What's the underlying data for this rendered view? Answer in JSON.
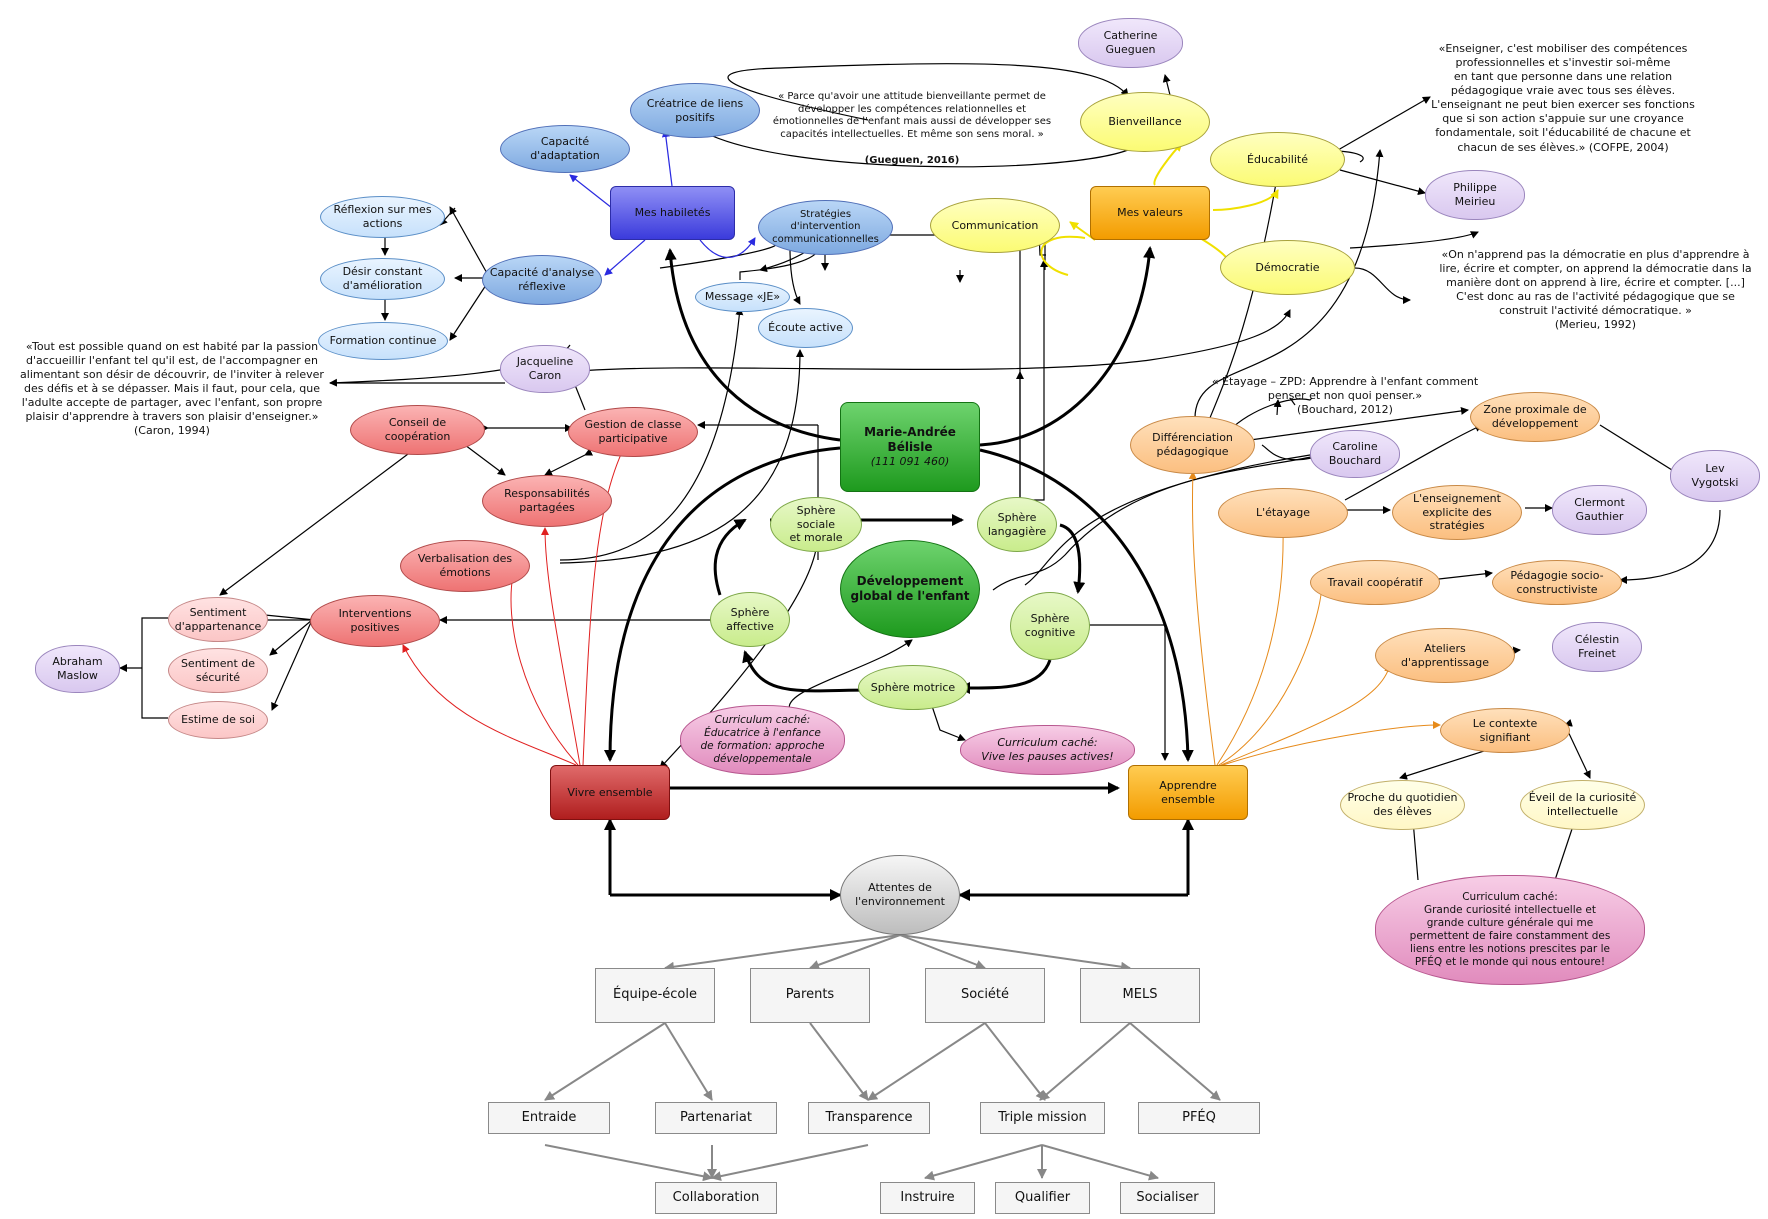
{
  "central": {
    "name": "Marie-Andrée\nBélisle",
    "id": "(111 091 460)"
  },
  "center": "Développement\nglobal de l'enfant",
  "spheres": {
    "sociale": "Sphère sociale\net morale",
    "langagiere": "Sphère\nlangagière",
    "affective": "Sphère\naffective",
    "cognitive": "Sphère\ncognitive",
    "motrice": "Sphère motrice"
  },
  "habiletes": {
    "title": "Mes habiletés",
    "adaptation": "Capacité d'adaptation",
    "creatrice": "Créatrice de liens\npositifs",
    "strategies": "Stratégies d'intervention\ncommunicationnelles",
    "message_je": "Message «JE»",
    "ecoute": "Écoute active",
    "analyse": "Capacité d'analyse\nréflexive",
    "reflexion": "Réflexion sur mes\nactions",
    "desir": "Désir constant\nd'amélioration",
    "formation": "Formation continue"
  },
  "valeurs": {
    "title": "Mes valeurs",
    "communication": "Communication",
    "bienveillance": "Bienveillance",
    "educabilite": "Éducabilité",
    "democratie": "Démocratie"
  },
  "vivre": {
    "title": "Vivre ensemble",
    "conseil": "Conseil de coopération",
    "gestion": "Gestion de classe\nparticipative",
    "responsabilites": "Responsabilités\npartagées",
    "verbalisation": "Verbalisation des\némotions",
    "interventions": "Interventions\npositives",
    "appartenance": "Sentiment\nd'appartenance",
    "securite": "Sentiment de\nsécurité",
    "estime": "Estime de soi"
  },
  "apprendre": {
    "title": "Apprendre ensemble",
    "differenciation": "Différenciation\npédagogique",
    "zone": "Zone proximale de\ndéveloppement",
    "etayage": "L'étayage",
    "enseignement": "L'enseignement\nexplicite des\nstratégies",
    "travail": "Travail coopératif",
    "socio": "Pédagogie socio-\nconstructiviste",
    "ateliers": "Ateliers\nd'apprentissage",
    "contexte": "Le contexte signifiant",
    "proche": "Proche du quotidien\ndes élèves",
    "eveil": "Éveil de la curiosité\nintellectuelle"
  },
  "authors": {
    "gueguen": "Catherine\nGueguen",
    "meirieu": "Philippe\nMeirieu",
    "caron": "Jacqueline\nCaron",
    "bouchard": "Caroline\nBouchard",
    "vygotski": "Lev\nVygotski",
    "gauthier": "Clermont\nGauthier",
    "freinet": "Célestin\nFreinet",
    "maslow": "Abraham\nMaslow"
  },
  "curriculum": {
    "educatrice": "Curriculum caché:\nÉducatrice à l'enfance\nde formation: approche\ndéveloppementale",
    "pauses": "Curriculum caché:\nVive les pauses actives!",
    "curiosite": "Curriculum caché:\nGrande curiosité intellectuelle et\ngrande culture générale qui me\npermettent de faire constamment des\nliens entre les notions prescites par le\nPFÉQ et le monde qui nous entoure!"
  },
  "quotes": {
    "gueguen": "« Parce qu'avoir une attitude bienveillante permet de\ndévelopper les compétences relationnelles et\némotionnelles de l'enfant mais aussi de développer ses\ncapacités intellectuelles. Et même son sens moral. »",
    "gueguen_ref": "(Gueguen, 2016)",
    "cofpe": "«Enseigner, c'est mobiliser des compétences\nprofessionnelles et s'investir soi-même\nen tant que personne dans une relation\npédagogique vraie avec tous ses élèves.\nL'enseignant ne peut bien exercer ses fonctions\nque si son action s'appuie sur une croyance\nfondamentale, soit l'éducabilité de chacune et\nchacun de ses élèves.» (COFPE, 2004)",
    "meirieu": "«On n'apprend pas la démocratie en plus d'apprendre à\nlire, écrire et compter, on apprend la démocratie dans la\nmanière dont on apprend à lire, écrire et compter. [...]\nC'est donc au ras de l'activité pédagogique que se\nconstruit l'activité démocratique. »\n(Merieu, 1992)",
    "caron": "«Tout est possible quand on est habité par la passion\nd'accueillir l'enfant tel qu'il est, de l'accompagner en\nalimentant son désir de découvrir, de l'inviter à relever\ndes défis et à se dépasser. Mais il faut, pour cela, que\nl'adulte accepte de partager, avec l'enfant, son propre\nplaisir d'apprendre à travers son plaisir d'enseigner.»\n(Caron, 1994)",
    "bouchard": "« Étayage – ZPD: Apprendre à l'enfant comment\npenser et non quoi penser.»\n(Bouchard, 2012)"
  },
  "environnement": {
    "title": "Attentes de\nl'environnement",
    "equipe": "Équipe-école",
    "parents": "Parents",
    "societe": "Société",
    "mels": "MELS",
    "entraide": "Entraide",
    "partenariat": "Partenariat",
    "transparence": "Transparence",
    "triple": "Triple mission",
    "pfeq": "PFÉQ",
    "collaboration": "Collaboration",
    "instruire": "Instruire",
    "qualifier": "Qualifier",
    "socialiser": "Socialiser"
  },
  "colors": {
    "black": "#000000",
    "blue": "#2a2ae0",
    "yellow": "#f0e000",
    "red": "#e02020",
    "orange": "#e68a1a",
    "grey": "#888888"
  }
}
